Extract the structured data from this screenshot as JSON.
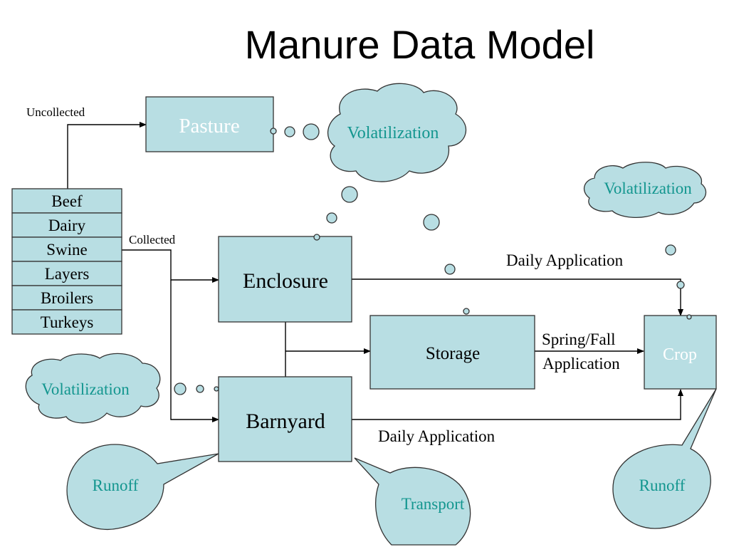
{
  "title": "Manure Data Model",
  "animals": [
    "Beef",
    "Dairy",
    "Swine",
    "Layers",
    "Broilers",
    "Turkeys"
  ],
  "nodes": {
    "pasture": "Pasture",
    "enclosure": "Enclosure",
    "barnyard": "Barnyard",
    "storage": "Storage",
    "crop": "Crop"
  },
  "edges": {
    "uncollected": "Uncollected",
    "collected": "Collected",
    "daily_application_top": "Daily Application",
    "daily_application_bottom": "Daily Application",
    "spring_fall_line1": "Spring/Fall",
    "spring_fall_line2": "Application"
  },
  "losses": {
    "volatilization_pasture": "Volatilization",
    "volatilization_crop": "Volatilization",
    "volatilization_barnyard": "Volatilization",
    "runoff_barnyard": "Runoff",
    "transport_barnyard": "Transport",
    "runoff_crop": "Runoff"
  },
  "colors": {
    "box_fill": "#b8dee3",
    "loss_text": "#13968f"
  }
}
